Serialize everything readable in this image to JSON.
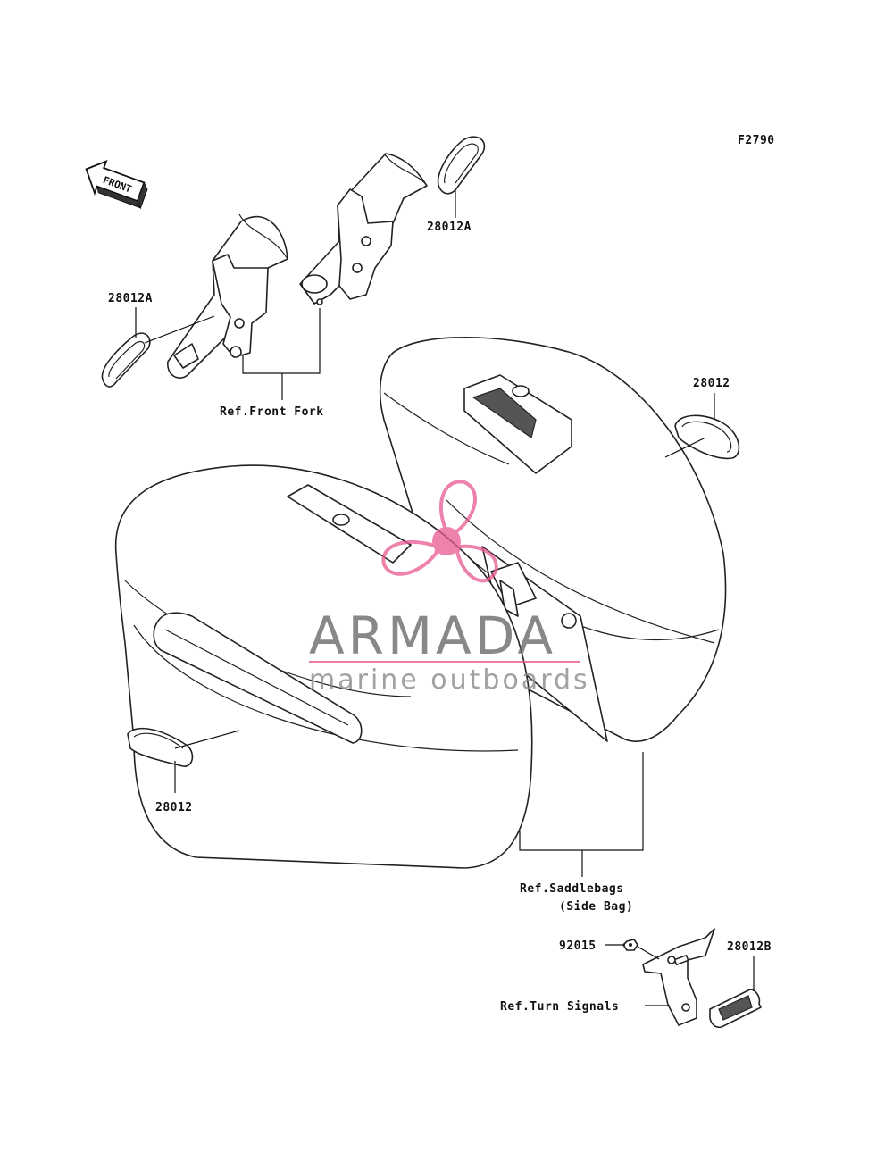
{
  "figure_code": "F2790",
  "front_arrow": {
    "text": "FRONT",
    "icon": "front-direction-arrow-icon"
  },
  "labels": {
    "decal_fork_right": "28012A",
    "decal_fork_left": "28012A",
    "ref_front_fork": "Ref.Front Fork",
    "decal_bag_right": "28012",
    "decal_bag_left": "28012",
    "ref_saddlebags_1": "Ref.Saddlebags",
    "ref_saddlebags_2": "(Side Bag)",
    "nut": "92015",
    "reflector": "28012B",
    "ref_turn_signals": "Ref.Turn Signals"
  },
  "watermark": {
    "brand": "ARMADA",
    "tagline": "marine outboards",
    "accent_color": "#e75a91",
    "text_color": "#6b6b6b"
  }
}
